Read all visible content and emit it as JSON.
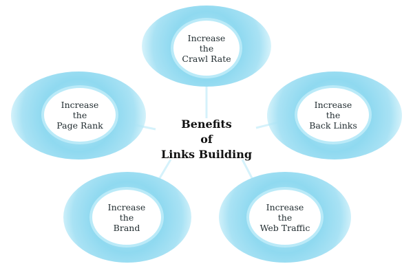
{
  "title": "Benefits\nof\nLinks Building",
  "nodes": [
    {
      "id": "crawl-rate",
      "label": "Increase\nthe\nCrawl Rate"
    },
    {
      "id": "back-links",
      "label": "Increase\nthe\nBack Links"
    },
    {
      "id": "web-traffic",
      "label": "Increase\nthe\nWeb Traffic"
    },
    {
      "id": "brand",
      "label": "Increase\nthe\nBrand"
    },
    {
      "id": "page-rank",
      "label": "Increase\nthe\nPage Rank"
    }
  ],
  "colors": {
    "halo": "#8fd9f0",
    "connector": "#cdeff9",
    "text": "#1f2a2e"
  }
}
